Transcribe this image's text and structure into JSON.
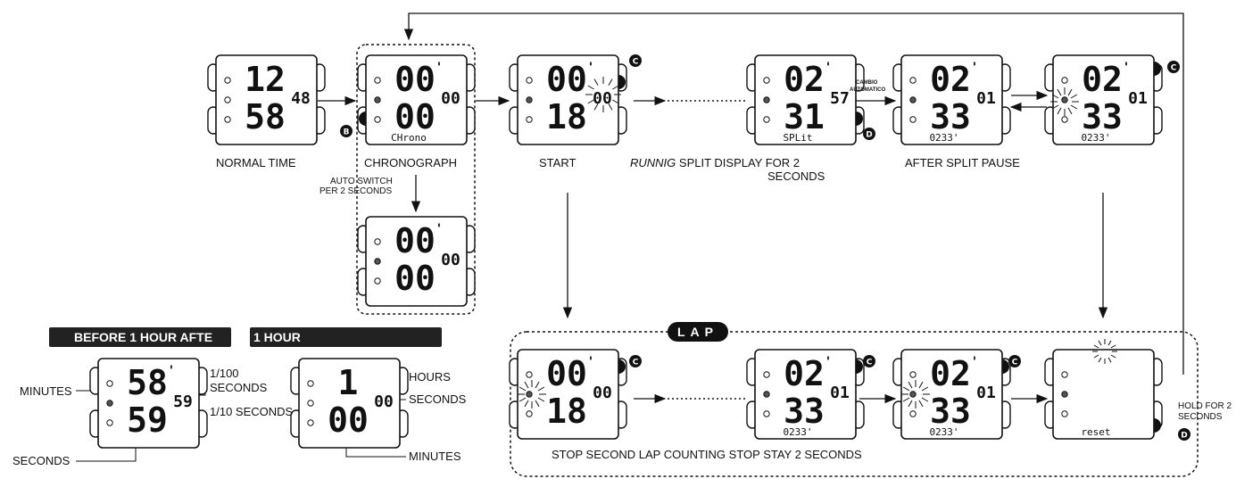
{
  "labels": {
    "normal_time": "NORMAL TIME",
    "chronograph": "CHRONOGRAPH",
    "start": "START",
    "running_split_italic": "RUNNIG",
    "running_split_rest": "SPLIT DISPLAY FOR 2",
    "running_split_line2": "SECONDS",
    "after_split_pause": "AFTER SPLIT PAUSE",
    "auto_switch_1": "AUTO SWITCH",
    "auto_switch_2": "PER 2 SECONDS",
    "cambio_1": "CAMBIO",
    "cambio_2": "AUTOMATICO",
    "lap": "LAP",
    "lap_caption": "STOP SECOND LAP COUNTING STOP STAY 2 SECONDS",
    "hold_1": "HOLD FOR 2",
    "hold_2": "SECONDS",
    "before_hour_bar": "BEFORE 1 HOUR AFTE",
    "one_hour_bar": "1 HOUR",
    "minutes_left": "MINUTES",
    "seconds_left": "SECONDS",
    "hundredth_1": "1/100",
    "hundredth_2": "SECONDS",
    "tenth": "1/10 SECONDS",
    "hours": "HOURS",
    "seconds_right": "SECONDS",
    "minutes_bottom": "MINUTES"
  },
  "buttons": {
    "b": "B",
    "c": "C",
    "d": "D"
  },
  "watches": [
    {
      "id": "normal",
      "top": "12",
      "topSup": "",
      "bottom": "58",
      "side": "48",
      "footer": ""
    },
    {
      "id": "chrono",
      "top": "00",
      "topSup": "'",
      "bottom": "00",
      "side": "00",
      "footer": "CHrono"
    },
    {
      "id": "start",
      "top": "00",
      "topSup": "'",
      "bottom": "18",
      "side": "00",
      "footer": ""
    },
    {
      "id": "split",
      "top": "02",
      "topSup": "'",
      "bottom": "31",
      "side": "57",
      "footer": "SPLit"
    },
    {
      "id": "aftersplit",
      "top": "02",
      "topSup": "'",
      "bottom": "33",
      "side": "01",
      "footer": "0233'"
    },
    {
      "id": "aftersplit2",
      "top": "02",
      "topSup": "'",
      "bottom": "33",
      "side": "01",
      "footer": "0233'"
    },
    {
      "id": "chrono2",
      "top": "00",
      "topSup": "'",
      "bottom": "00",
      "side": "00",
      "footer": ""
    },
    {
      "id": "lap1",
      "top": "00",
      "topSup": "'",
      "bottom": "18",
      "side": "00",
      "footer": ""
    },
    {
      "id": "lap2",
      "top": "02",
      "topSup": "'",
      "bottom": "33",
      "side": "01",
      "footer": "0233'"
    },
    {
      "id": "lap3",
      "top": "02",
      "topSup": "'",
      "bottom": "33",
      "side": "01",
      "footer": "0233'"
    },
    {
      "id": "reset",
      "top": "",
      "topSup": "",
      "bottom": "",
      "side": "",
      "footer": "reset"
    },
    {
      "id": "before",
      "top": "58",
      "topSup": "'",
      "bottom": "59",
      "side": "59",
      "footer": ""
    },
    {
      "id": "hour",
      "top": "1",
      "topSup": "",
      "bottom": "00",
      "side": "00",
      "footer": ""
    }
  ]
}
